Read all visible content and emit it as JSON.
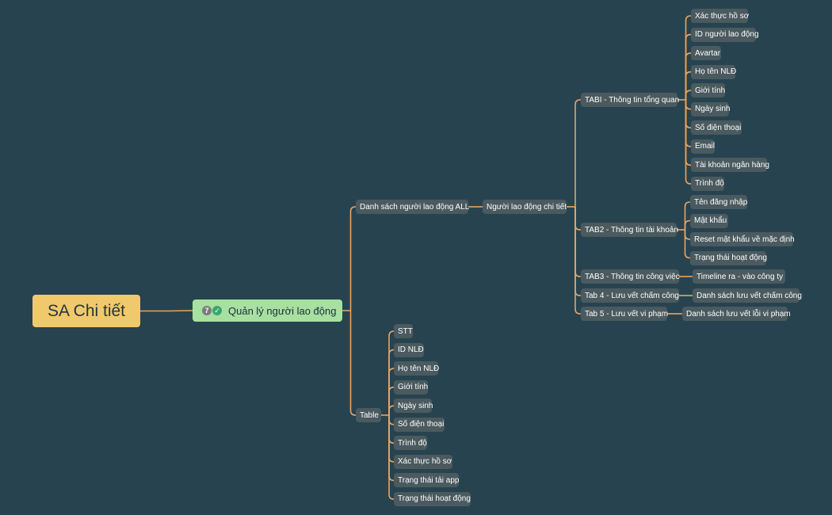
{
  "mindmap": {
    "root": {
      "label": "SA Chi tiết",
      "color": "#f0c96c"
    },
    "main": {
      "label": "Quản lý người lao động",
      "priority_badge": "7",
      "done_badge": "✓",
      "color": "#a7e0a1"
    },
    "branches": {
      "list_all": {
        "label": "Danh sách  người lao động ALL"
      },
      "detail": {
        "label": "Người lao động chi tiết"
      },
      "tab1": {
        "label": "TABI - Thông tin tổng quan",
        "items": [
          "Xác thực hồ sơ",
          "ID người lao động",
          "Avartar",
          "Họ tên NLĐ",
          "Giới tính",
          "Ngày sinh",
          "Số điện thoại",
          "Email",
          "Tài khoản ngân hàng",
          "Trình độ"
        ]
      },
      "tab2": {
        "label": "TAB2 - Thông tin tài khoản",
        "items": [
          "Tên đăng nhập",
          "Mật khẩu",
          "Reset mật khẩu về mặc định",
          "Trạng thái hoạt động"
        ]
      },
      "tab3": {
        "label": "TAB3 - Thông tin công việc",
        "items": [
          "Timeline ra - vào công ty"
        ]
      },
      "tab4": {
        "label": "Tab 4 - Lưu vết chấm công",
        "items": [
          "Danh sách lưu vết chấm công"
        ]
      },
      "tab5": {
        "label": "Tab 5 - Lưu vết vi phạm",
        "items": [
          "Danh sách lưu vết lỗi vi phạm"
        ]
      },
      "table": {
        "label": "Table",
        "items": [
          "STT",
          "ID NLĐ",
          "Họ tên NLĐ",
          "Giới tính",
          "Ngày sinh",
          "Số điện thoại",
          "Trình độ",
          "Xác thực hồ sơ",
          "Trạng thái tải app",
          "Trạng thái hoạt động"
        ]
      }
    },
    "link_color": "#e8a462"
  }
}
